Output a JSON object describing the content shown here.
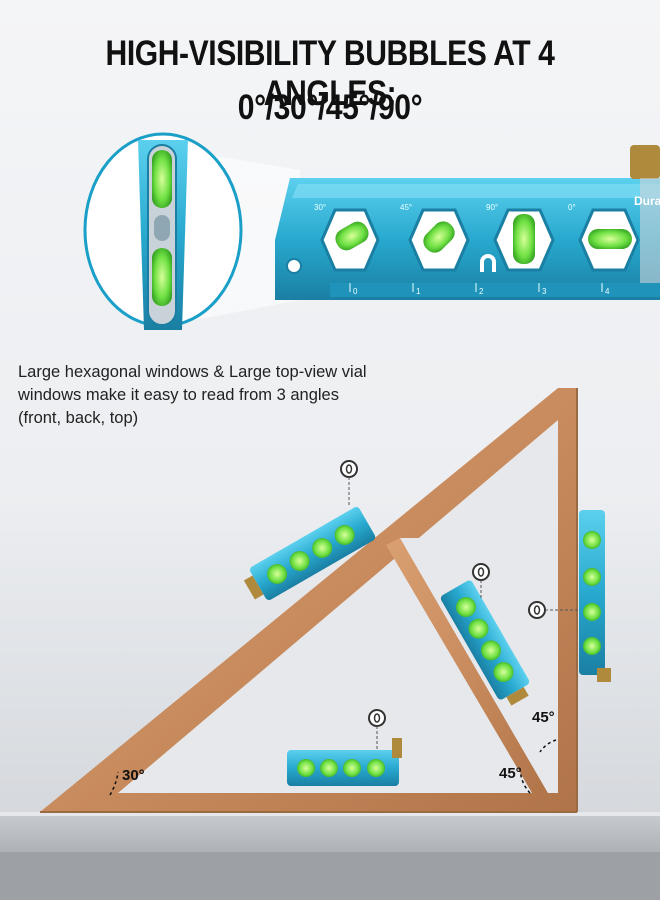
{
  "headline": {
    "line1": "HIGH-VISIBILITY BUBBLES AT 4 ANGLES:",
    "line2": "0°/30°/45°/90°"
  },
  "description": {
    "line1": "Large hexagonal windows & Large top-view vial",
    "line2": "windows make it easy to read from 3 angles",
    "line3": "(front, back, top)"
  },
  "level_markings": {
    "vial_30": "30°",
    "vial_45": "45°",
    "vial_90": "90°",
    "vial_0": "0°",
    "brand_partial": "DuraT",
    "ruler": [
      "0",
      "1",
      "2",
      "3",
      "4"
    ]
  },
  "angle_labels": {
    "left_corner": "30°",
    "right_corner": "45°",
    "vertical_corner": "45°"
  },
  "colors": {
    "level_body": "#28a9cf",
    "level_dark": "#1a7fa3",
    "bubble_green": "#57d23a",
    "wood": "#c98c5e",
    "wood_dark": "#9a6a43",
    "brass": "#b08a3c"
  }
}
